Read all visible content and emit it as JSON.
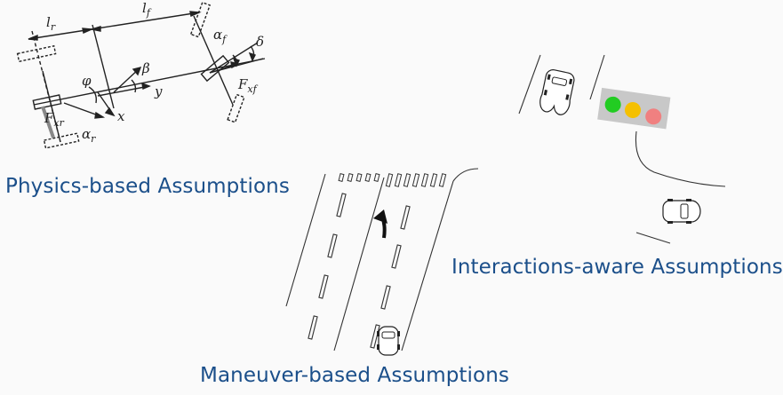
{
  "captions": {
    "physics": "Physics-based Assumptions",
    "interaction": "Interactions-aware Assumptions",
    "maneuver": "Maneuver-based Assumptions"
  },
  "bicycle_model": {
    "lr": "l",
    "lr_sub": "r",
    "lf": "l",
    "lf_sub": "f",
    "alpha_f": "α",
    "alpha_f_sub": "f",
    "delta": "δ",
    "beta": "β",
    "phi": "φ",
    "y": "y",
    "x": "x",
    "Fxf": "F",
    "Fxf_sub": "xf",
    "Fxr": "F",
    "Fxr_sub": "xr",
    "alpha_r": "α",
    "alpha_r_sub": "r"
  },
  "colors": {
    "caption": "#1b4f8a",
    "light_green": "#22cc22",
    "light_yellow": "#f5c000",
    "light_red": "#f08080",
    "traffic_light_body": "#c8c8c8"
  },
  "icons": [
    "car-icon",
    "traffic-light-icon",
    "turn-left-arrow-icon"
  ]
}
